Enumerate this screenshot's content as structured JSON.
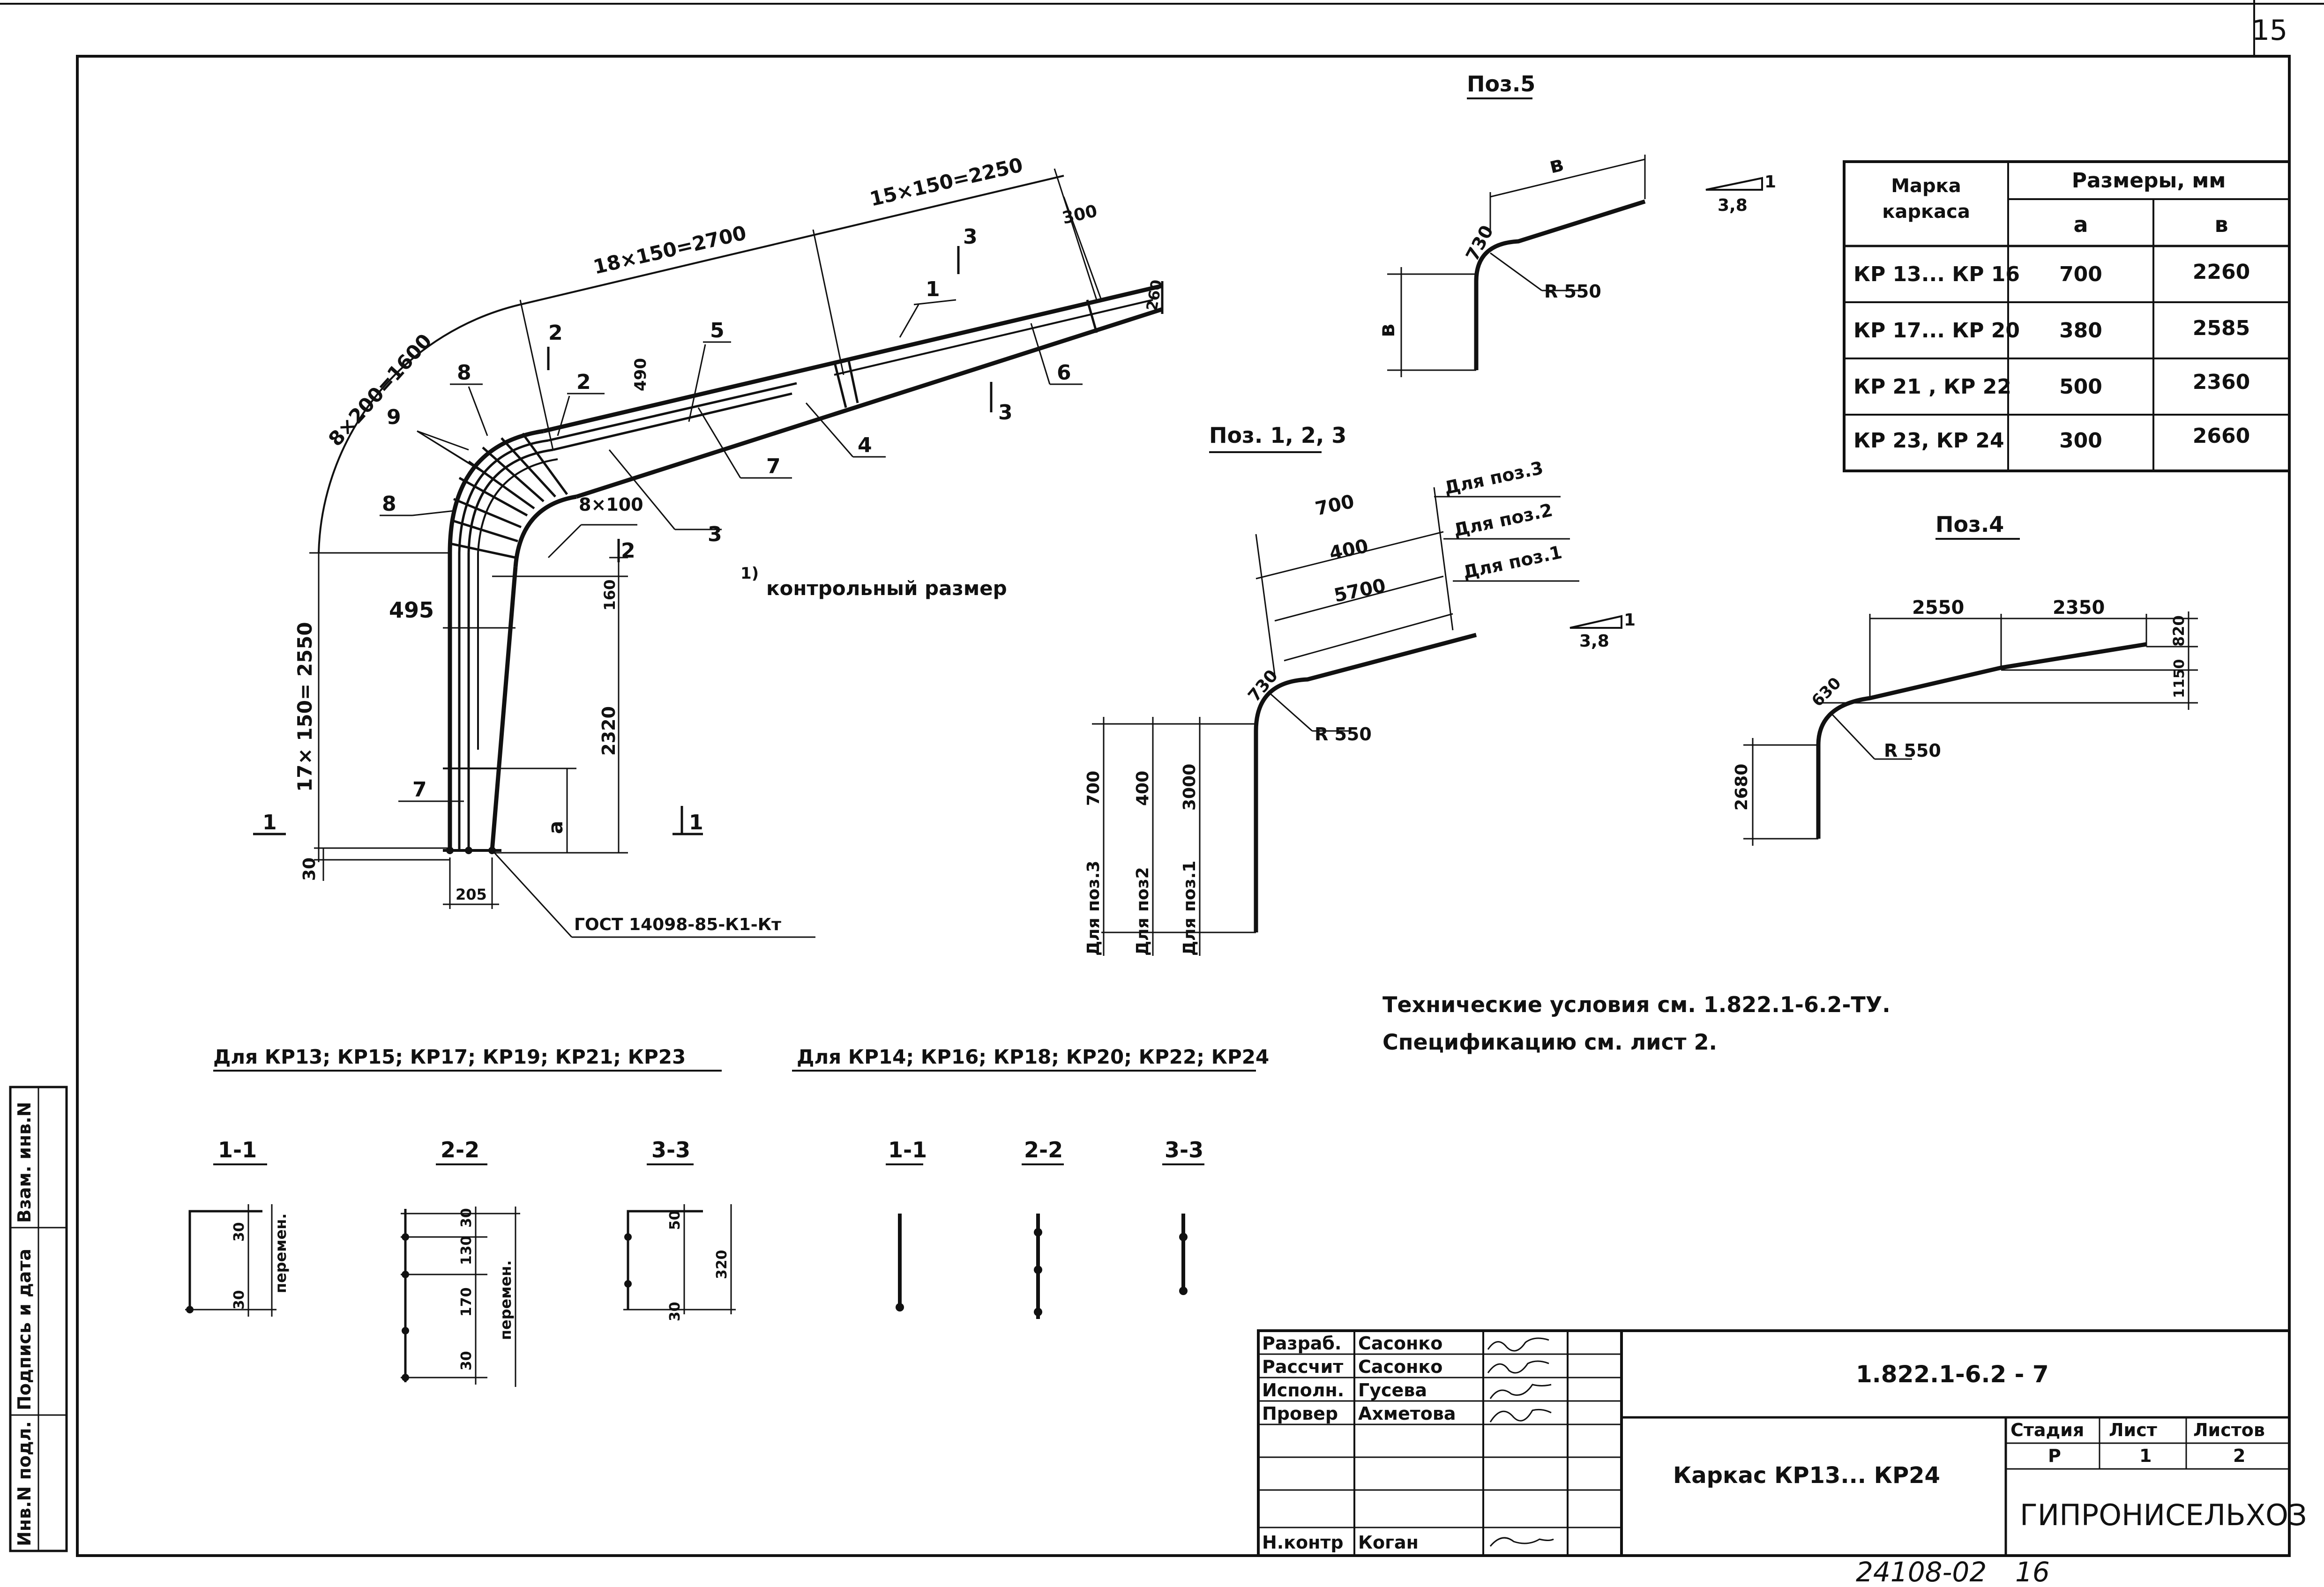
{
  "sheet_number": "15",
  "bottom_doc_number": "24108-02",
  "bottom_page": "16",
  "pos5": {
    "title": "Поз.5",
    "dim_b": "в",
    "dim_730": "730",
    "dim_b_vert": "в",
    "radius": "R 550",
    "slope_top": "1",
    "slope_bottom": "3,8"
  },
  "pos123": {
    "title": "Поз. 1, 2, 3",
    "top_700": "700",
    "top_400": "400",
    "top_5700": "5700",
    "label_pos3": "Для поз.3",
    "label_pos2": "Для поз.2",
    "label_pos1": "Для поз.1",
    "dim_730": "730",
    "radius": "R 550",
    "v_700": "700",
    "v_400": "400",
    "v_3000": "3000",
    "v_label3": "Для поз.3",
    "v_label2": "Для поз2",
    "v_label1": "Для поз.1",
    "slope_top": "1",
    "slope_bottom": "3,8"
  },
  "pos4": {
    "title": "Поз.4",
    "dim_2550": "2550",
    "dim_2350": "2350",
    "dim_820": "820",
    "dim_1150": "1150",
    "dim_630": "630",
    "radius": "R 550",
    "dim_2680": "2680"
  },
  "table": {
    "head_mark": "Марка",
    "head_mark2": "каркаса",
    "head_sizes": "Размеры, мм",
    "head_a": "a",
    "head_b": "в",
    "rows": [
      {
        "mark": "КР 13... КР 16",
        "a": "700",
        "b": "2260"
      },
      {
        "mark": "КР 17... КР 20",
        "a": "380",
        "b": "2585"
      },
      {
        "mark": "КР 21 , КР 22",
        "a": "500",
        "b": "2360"
      },
      {
        "mark": "КР 23, КР 24",
        "a": "300",
        "b": "2660"
      }
    ]
  },
  "frame": {
    "dim_15x150": "15×150=2250",
    "dim_18x150": "18×150=2700",
    "dim_8x200": "8×200=1600",
    "dim_17x150": "17× 150= 2550",
    "dim_300": "300",
    "dim_260": "260",
    "dim_490": "490",
    "dim_8x100": "8×100",
    "dim_495": "495",
    "dim_160": "160",
    "dim_2320": "2320",
    "dim_a": "a",
    "dim_30": "30",
    "dim_205": "205",
    "gost": "ГОСТ 14098-85-К1-Кт",
    "control_note": "контрольный размер",
    "footnote_mark": "1)",
    "cut1": "1",
    "cut2": "2",
    "cut3": "3",
    "pos_labels": [
      "1",
      "2",
      "3",
      "4",
      "5",
      "6",
      "7",
      "8",
      "9"
    ]
  },
  "notes": {
    "tu": "Технические условия см. 1.822.1-6.2-ТУ.",
    "spec": "Спецификацию см. лист 2."
  },
  "sections": {
    "group1_title": "Для КР13; КР15; КР17; КР19; КР21; КР23",
    "group2_title": "Для КР14; КР16; КР18; КР20; КР22; КР24",
    "s11": "1-1",
    "s22": "2-2",
    "s33": "3-3",
    "d30": "30",
    "d130": "130",
    "d170": "170",
    "d320": "320",
    "d50": "50",
    "perem": "перемен."
  },
  "title_block": {
    "roles": [
      "Разраб.",
      "Рассчит",
      "Исполн.",
      "Провер",
      "",
      "",
      "Н.контр"
    ],
    "names": [
      "Сасонко",
      "Сасонко",
      "Гусева",
      "Ахметова",
      "",
      "",
      "Коган"
    ],
    "doc_code": "1.822.1-6.2 - 7",
    "title": "Каркас КР13... КР24",
    "stage_h": "Стадия",
    "sheet_h": "Лист",
    "sheets_h": "Листов",
    "stage": "Р",
    "sheet": "1",
    "sheets": "2",
    "org": "ГИПРОНИСЕЛЬХОЗ"
  },
  "side_stamp": {
    "inv_podl": "Инв.N подл.",
    "podpis": "Подпись и дата",
    "vzam": "Взам. инв.N"
  }
}
